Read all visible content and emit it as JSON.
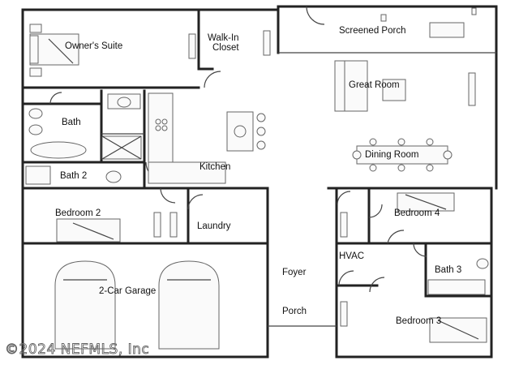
{
  "rooms": {
    "owners_suite": "Owner's Suite",
    "walk_in_closet": [
      "Walk-In",
      "Closet"
    ],
    "screened_porch": "Screened Porch",
    "great_room": "Great Room",
    "bath": "Bath",
    "kitchen": "Kitchen",
    "dining_room": "Dining Room",
    "bath_2": "Bath 2",
    "bedroom_2": "Bedroom 2",
    "laundry": "Laundry",
    "bedroom_4": "Bedroom 4",
    "hvac": "HVAC",
    "bath_3": "Bath 3",
    "foyer": "Foyer",
    "garage": "2-Car Garage",
    "porch": "Porch",
    "bedroom_3": "Bedroom 3"
  },
  "watermark": "©2024 NEFMLS, Inc",
  "colors": {
    "walls": "#222222",
    "fixtures": "#666666",
    "background": "#ffffff"
  }
}
